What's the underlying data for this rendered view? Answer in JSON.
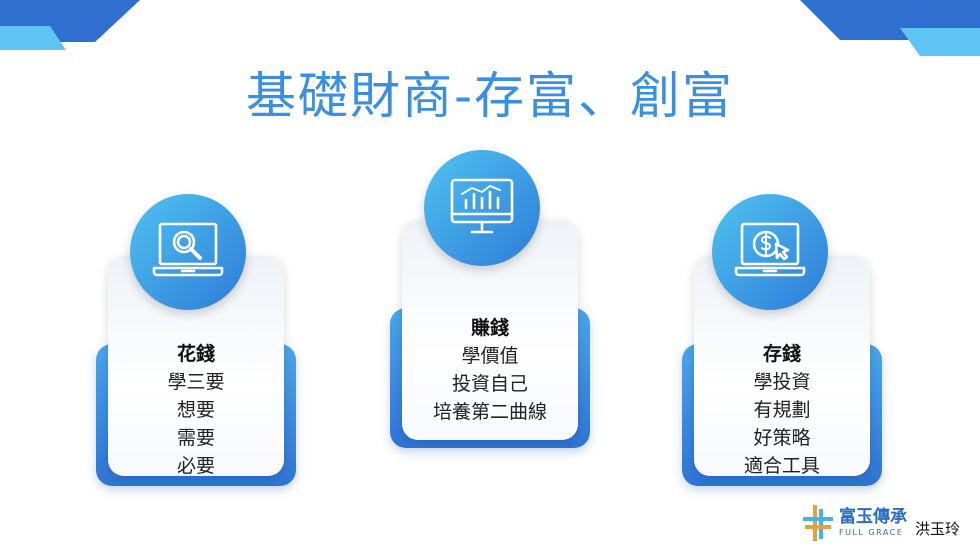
{
  "title": "基礎財商-存富、創富",
  "cards": [
    {
      "heading": "花錢",
      "lines": [
        "學三要",
        "想要",
        "需要",
        "必要"
      ],
      "icon": "search-monitor-icon"
    },
    {
      "heading": "賺錢",
      "lines": [
        "學價值",
        "投資自己",
        "培養第二曲線"
      ],
      "icon": "chart-monitor-icon"
    },
    {
      "heading": "存錢",
      "lines": [
        "學投資",
        "有規劃",
        "好策略",
        "適合工具"
      ],
      "icon": "dollar-monitor-icon"
    }
  ],
  "logo": {
    "brand": "富玉傳承",
    "brand_en": "FULL GRACE",
    "person": "洪玉玲"
  },
  "colors": {
    "accent": "#3a8fe0",
    "dark_blue": "#2f74d6",
    "light_blue": "#4fc3f0"
  }
}
